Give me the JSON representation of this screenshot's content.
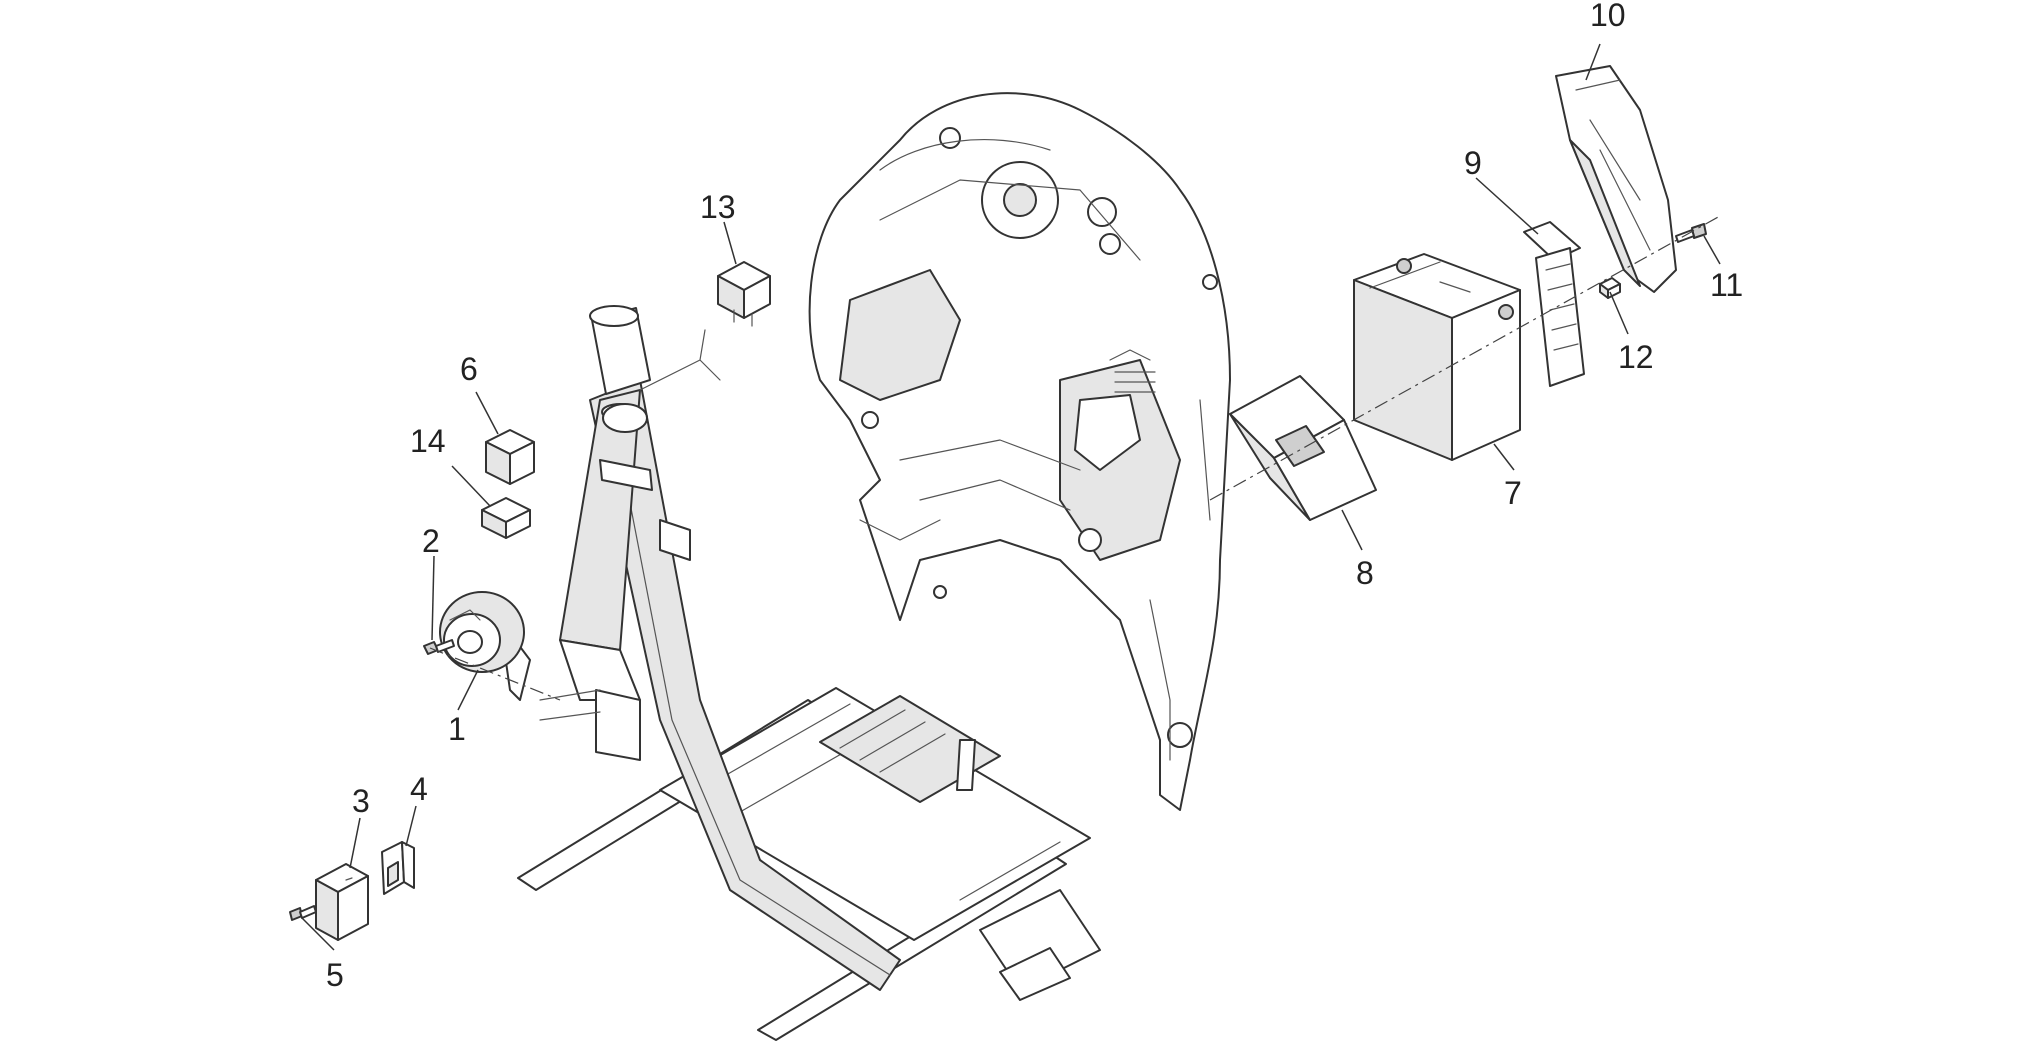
{
  "callouts": [
    {
      "id": "1",
      "label": "1"
    },
    {
      "id": "2",
      "label": "2"
    },
    {
      "id": "3",
      "label": "3"
    },
    {
      "id": "4",
      "label": "4"
    },
    {
      "id": "5",
      "label": "5"
    },
    {
      "id": "6",
      "label": "6"
    },
    {
      "id": "7",
      "label": "7"
    },
    {
      "id": "8",
      "label": "8"
    },
    {
      "id": "9",
      "label": "9"
    },
    {
      "id": "10",
      "label": "10"
    },
    {
      "id": "11",
      "label": "11"
    },
    {
      "id": "12",
      "label": "12"
    },
    {
      "id": "13",
      "label": "13"
    },
    {
      "id": "14",
      "label": "14"
    }
  ],
  "colors": {
    "line": "#333333",
    "fill": "#ffffff",
    "shade": "#e6e6e6",
    "background": "#ffffff"
  }
}
